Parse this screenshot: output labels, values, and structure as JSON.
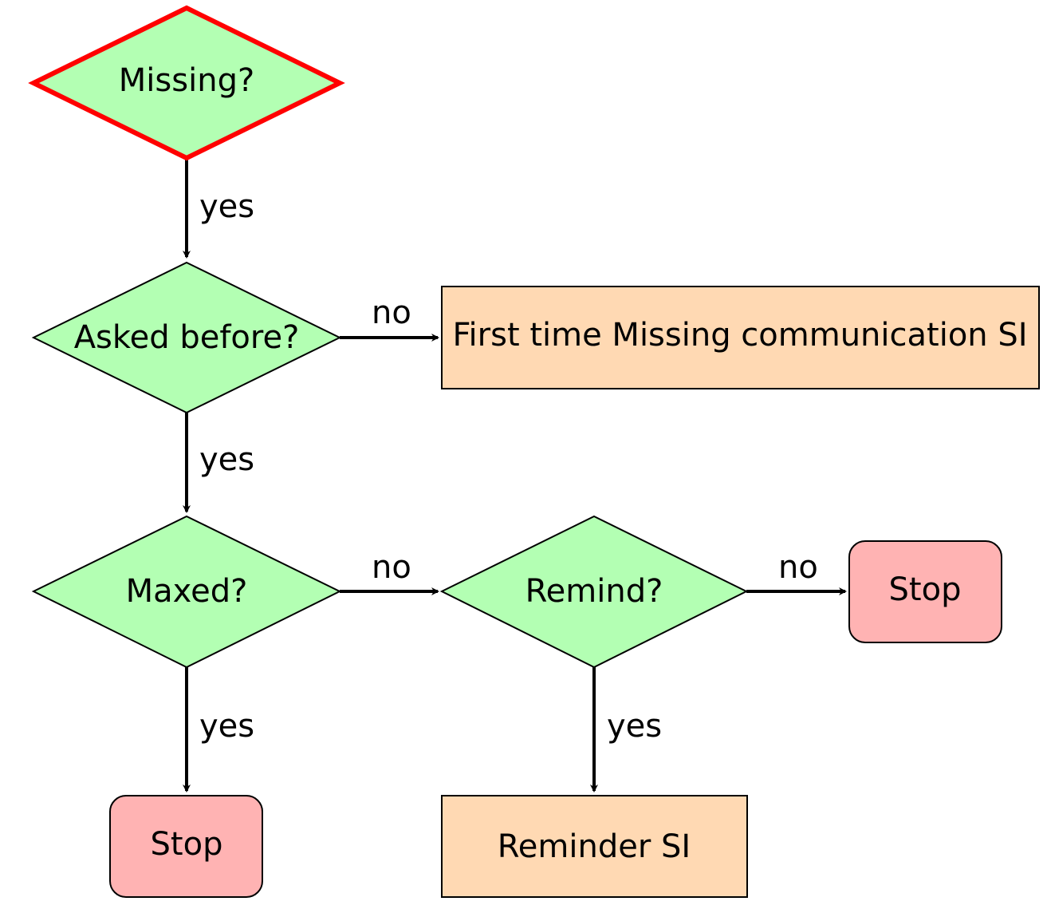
{
  "colors": {
    "decision_fill": "#b3ffb3",
    "action_fill": "#ffd9b3",
    "terminal_fill": "#ffb3b3",
    "start_highlight": "#ff0000",
    "line": "#000000"
  },
  "nodes": {
    "missing": {
      "label": "Missing?",
      "shape": "diamond",
      "start": true
    },
    "asked_before": {
      "label": "Asked before?",
      "shape": "diamond"
    },
    "first_time": {
      "label": "First time Missing communication SI",
      "shape": "rectangle"
    },
    "maxed": {
      "label": "Maxed?",
      "shape": "diamond"
    },
    "remind": {
      "label": "Remind?",
      "shape": "diamond"
    },
    "stop_right": {
      "label": "Stop",
      "shape": "rounded-rectangle"
    },
    "stop_bottom": {
      "label": "Stop",
      "shape": "rounded-rectangle"
    },
    "reminder": {
      "label": "Reminder SI",
      "shape": "rectangle"
    }
  },
  "edges": {
    "missing_to_asked": {
      "from": "Missing?",
      "to": "Asked before?",
      "label": "yes"
    },
    "asked_to_first": {
      "from": "Asked before?",
      "to": "First time Missing communication SI",
      "label": "no"
    },
    "asked_to_maxed": {
      "from": "Asked before?",
      "to": "Maxed?",
      "label": "yes"
    },
    "maxed_to_remind": {
      "from": "Maxed?",
      "to": "Remind?",
      "label": "no"
    },
    "remind_to_stop": {
      "from": "Remind?",
      "to": "Stop",
      "label": "no"
    },
    "maxed_to_stop": {
      "from": "Maxed?",
      "to": "Stop",
      "label": "yes"
    },
    "remind_to_reminder": {
      "from": "Remind?",
      "to": "Reminder SI",
      "label": "yes"
    }
  }
}
